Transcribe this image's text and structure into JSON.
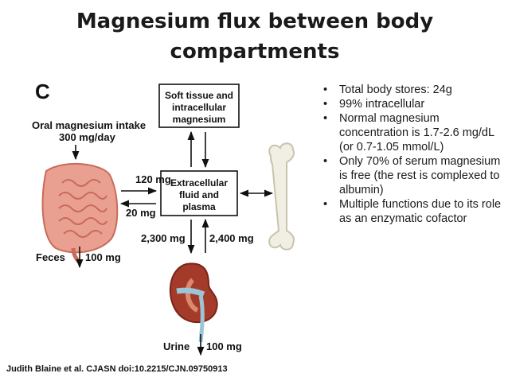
{
  "slide": {
    "title": "Magnesium flux between body compartments",
    "citation": "Judith Blaine et al. CJASN doi:10.2215/CJN.09750913"
  },
  "diagram": {
    "panel_label": "C",
    "intake_line1": "Oral magnesium intake",
    "intake_line2": "300 mg/day",
    "soft_tissue": [
      "Soft tissue and",
      "intracellular",
      "magnesium"
    ],
    "ecf": [
      "Extracellular",
      "fluid and",
      "plasma"
    ],
    "absorb": "120 mg",
    "secrete": "20 mg",
    "filtered": "2,300 mg",
    "reabsorbed": "2,400 mg",
    "feces": "100 mg",
    "feces_label": "Feces",
    "urine": "100 mg",
    "urine_label": "Urine"
  },
  "bullets": [
    "Total body stores: 24g",
    "99% intracellular",
    "Normal magnesium concentration is 1.7-2.6 mg/dL (or 0.7-1.05 mmol/L)",
    "Only 70% of serum magnesium is free (the rest is complexed to albumin)",
    "Multiple functions due to its role as an enzymatic cofactor"
  ],
  "colors": {
    "intestine": "#e9a090",
    "intestine_dark": "#c96a5a",
    "kidney": "#a43a2a",
    "kidney_light": "#d98a70",
    "ureter": "#9cc6d8",
    "bone": "#f1efe3",
    "bone_edge": "#c9c4ad"
  }
}
